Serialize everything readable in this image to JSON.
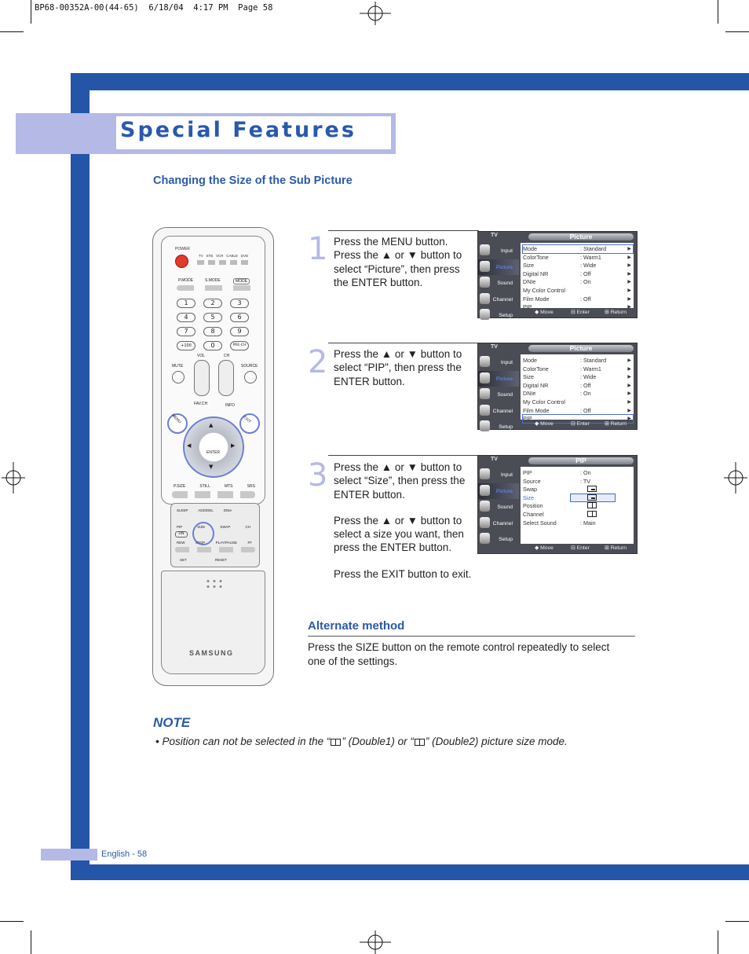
{
  "slug_line": "BP68-00352A-00(44-65)  6/18/04  4:17 PM  Page 58",
  "title": "Special Features",
  "section_heading": "Changing the Size of the Sub Picture",
  "steps": [
    {
      "number": "1",
      "paragraphs": [
        "Press the MENU button. Press the ▲ or ▼ button to select “Picture”, then press the ENTER button."
      ]
    },
    {
      "number": "2",
      "paragraphs": [
        "Press the ▲ or ▼ button to select “PIP”, then press the ENTER button."
      ]
    },
    {
      "number": "3",
      "paragraphs": [
        "Press the ▲ or ▼ button to select “Size”, then press the ENTER button.",
        "Press the ▲ or ▼ button to select a size you want, then press the ENTER button.",
        "Press the EXIT button to exit."
      ]
    }
  ],
  "osd_common": {
    "tv_label": "TV",
    "sidebar": [
      "Input",
      "Picture",
      "Sound",
      "Channel",
      "Setup"
    ],
    "footer": {
      "move": "Move",
      "enter": "Enter",
      "return": "Return"
    }
  },
  "osd_screens": [
    {
      "title": "Picture",
      "selected_sidebar": "Picture",
      "rows": [
        {
          "label": "Mode",
          "value": ": Standard",
          "arrow": true,
          "highlight": true
        },
        {
          "label": "ColorTone",
          "value": ": Warm1",
          "arrow": true
        },
        {
          "label": "Size",
          "value": ": Wide",
          "arrow": true
        },
        {
          "label": "Digital NR",
          "value": ": Off",
          "arrow": true
        },
        {
          "label": "DNIe",
          "value": ": On",
          "arrow": true
        },
        {
          "label": "My Color Control",
          "value": "",
          "arrow": true
        },
        {
          "label": "Film Mode",
          "value": ": Off",
          "arrow": true
        },
        {
          "label": "PIP",
          "value": "",
          "arrow": true
        }
      ]
    },
    {
      "title": "Picture",
      "selected_sidebar": "Picture",
      "rows": [
        {
          "label": "Mode",
          "value": ": Standard",
          "arrow": true
        },
        {
          "label": "ColorTone",
          "value": ": Warm1",
          "arrow": true
        },
        {
          "label": "Size",
          "value": ": Wide",
          "arrow": true
        },
        {
          "label": "Digital NR",
          "value": ": Off",
          "arrow": true
        },
        {
          "label": "DNIe",
          "value": ": On",
          "arrow": true
        },
        {
          "label": "My Color Control",
          "value": "",
          "arrow": true
        },
        {
          "label": "Film Mode",
          "value": ": Off",
          "arrow": true
        },
        {
          "label": "PIP",
          "value": "",
          "arrow": true,
          "highlight": true
        }
      ]
    },
    {
      "title": "PIP",
      "selected_sidebar": "Picture",
      "rows": [
        {
          "label": "PIP",
          "value": ": On"
        },
        {
          "label": "Source",
          "value": ": TV"
        },
        {
          "label": "Swap",
          "value": ""
        },
        {
          "label": "Size",
          "value": "",
          "blue": true
        },
        {
          "label": "Position",
          "value": ""
        },
        {
          "label": "Channel",
          "value": ""
        },
        {
          "label": "Select Sound",
          "value": ": Main"
        }
      ]
    }
  ],
  "remote_labels": {
    "power": "POWER",
    "modes": "TV   STB   VCR   CABLE   DVD",
    "pmode": "P.MODE",
    "smode": "S.MODE",
    "mode": "MODE",
    "digits": [
      "1",
      "2",
      "3",
      "4",
      "5",
      "6",
      "7",
      "8",
      "9",
      "+100",
      "0",
      "PRE-CH"
    ],
    "vol": "VOL",
    "ch": "CH",
    "mute": "MUTE",
    "source": "SOURCE",
    "fav": "FAV.CH",
    "info": "INFO",
    "menu": "MENU",
    "exit": "EXIT",
    "enter": "ENTER",
    "psize": "P.SIZE",
    "still": "STILL",
    "mts": "MTS",
    "srs": "SRS",
    "sleep": "SLEEP",
    "addel": "ADD/DEL",
    "dnie": "DNIe",
    "pip": "PIP",
    "on": "ON",
    "size": "SIZE",
    "swap": "SWAP",
    "ch2": "CH",
    "rew": "REW",
    "stop": "STOP",
    "playpause": "PLAY/PAUSE",
    "ff": "FF",
    "set": "SET",
    "reset": "RESET",
    "brand": "SAMSUNG"
  },
  "alternate": {
    "heading": "Alternate method",
    "text": "Press the SIZE button on the remote control repeatedly to select one of the settings."
  },
  "note": {
    "heading": "NOTE",
    "text_before": "• Position can not be selected in the “",
    "text_mid": "” (Double1) or “",
    "text_after": "” (Double2) picture size mode."
  },
  "footer": "English - 58",
  "colors": {
    "brand_blue": "#2455a8",
    "tint": "#b4b9e6",
    "heading_blue": "#2a5aa8"
  }
}
